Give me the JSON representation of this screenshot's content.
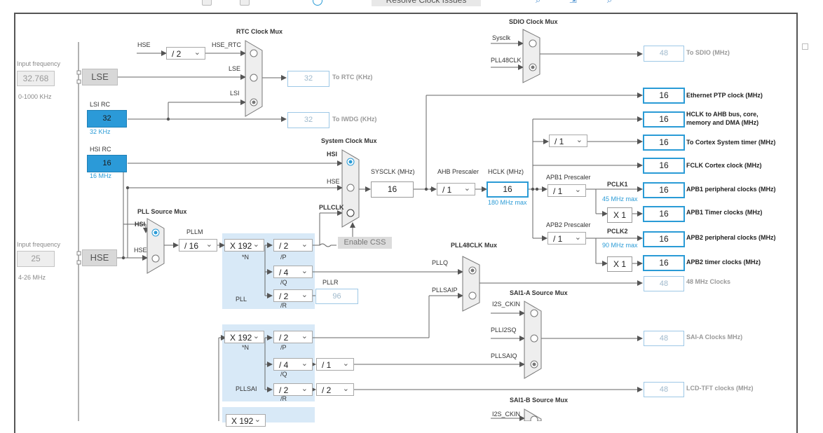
{
  "toolbar": {
    "button_label": "Resolve Clock Issues"
  },
  "input_freq": {
    "lse_label": "Input frequency",
    "lse_value": "32.768",
    "lse_range": "0-1000 KHz",
    "hse_label": "Input frequency",
    "hse_value": "25",
    "hse_range": "4-26 MHz"
  },
  "sources": {
    "lse": "LSE",
    "hse": "HSE",
    "lsi_title": "LSI RC",
    "lsi_value": "32",
    "lsi_unit": "32 KHz",
    "hsi_title": "HSI RC",
    "hsi_value": "16",
    "hsi_unit": "16 MHz"
  },
  "rtc": {
    "title": "RTC Clock Mux",
    "div": "/ 2",
    "in_hse": "HSE",
    "in_hse_rtc": "HSE_RTC",
    "in_lse": "LSE",
    "in_lsi": "LSI",
    "out_rtc": "32",
    "out_rtc_label": "To RTC (KHz)",
    "out_iwdg": "32",
    "out_iwdg_label": "To IWDG (KHz)"
  },
  "sdio": {
    "title": "SDIO Clock Mux",
    "in_sysclk": "Sysclk",
    "in_pll48": "PLL48CLK",
    "out": "48",
    "out_label": "To SDIO (MHz)"
  },
  "sysmux": {
    "title": "System Clock Mux",
    "in_hsi": "HSI",
    "in_hse": "HSE",
    "in_pllclk": "PLLCLK",
    "sysclk_label": "SYSCLK (MHz)",
    "sysclk_value": "16",
    "enable_css": "Enable CSS"
  },
  "pllsrc": {
    "title": "PLL Source Mux",
    "in_hsi": "HSI",
    "in_hse": "HSE",
    "pllm_label": "PLLM",
    "pllm_value": "/ 16"
  },
  "pll": {
    "n_value": "X 192",
    "n_label": "*N",
    "p_value": "/ 2",
    "p_label": "/P",
    "q_value": "/ 4",
    "q_label": "/Q",
    "r_value": "/ 2",
    "r_label": "/R",
    "name": "PLL",
    "pllr_label": "PLLR",
    "pllr_value": "96"
  },
  "pllsai": {
    "n_value": "X 192",
    "n_label": "*N",
    "p_value": "/ 2",
    "p_label": "/P",
    "q_value": "/ 4",
    "q_label": "/Q",
    "q_div2": "/ 1",
    "r_value": "/ 2",
    "r_label": "/R",
    "r_div2": "/ 2",
    "name": "PLLSAI",
    "third_n": "X 192"
  },
  "ahb": {
    "prescaler_label": "AHB Prescaler",
    "prescaler_value": "/ 1",
    "hclk_label": "HCLK (MHz)",
    "hclk_value": "16",
    "hclk_max": "180 MHz max"
  },
  "apb1": {
    "prescaler_label": "APB1 Prescaler",
    "prescaler_value": "/ 1",
    "pclk_label": "PCLK1",
    "pclk_max": "45 MHz max",
    "timer_mult": "X 1"
  },
  "apb2": {
    "prescaler_label": "APB2 Prescaler",
    "prescaler_value": "/ 1",
    "pclk_label": "PCLK2",
    "pclk_max": "90 MHz max",
    "timer_mult": "X 1"
  },
  "cortex_div": "/ 1",
  "outputs": [
    {
      "value": "16",
      "label": "Ethernet PTP clock (MHz)"
    },
    {
      "value": "16",
      "label": "HCLK to AHB bus, core,",
      "label2": "memory and DMA (MHz)"
    },
    {
      "value": "16",
      "label": "To Cortex System timer (MHz)"
    },
    {
      "value": "16",
      "label": "FCLK Cortex clock (MHz)"
    },
    {
      "value": "16",
      "label": "APB1 peripheral clocks (MHz)"
    },
    {
      "value": "16",
      "label": "APB1 Timer clocks (MHz)"
    },
    {
      "value": "16",
      "label": "APB2 peripheral clocks (MHz)"
    },
    {
      "value": "16",
      "label": "APB2 timer clocks (MHz)"
    }
  ],
  "pll48mux": {
    "title": "PLL48CLK Mux",
    "in_pllq": "PLLQ",
    "in_pllsaip": "PLLSAIP",
    "out": "48",
    "out_label": "48 MHz Clocks"
  },
  "sai_a": {
    "title": "SAI1-A Source Mux",
    "in_i2s": "I2S_CKIN",
    "in_plli2sq": "PLLI2SQ",
    "in_pllsaiq": "PLLSAIQ",
    "out": "48",
    "out_label": "SAI-A Clocks MHz)"
  },
  "lcd": {
    "out": "48",
    "out_label": "LCD-TFT clocks (MHz)"
  },
  "sai_b": {
    "title": "SAI1-B Source Mux",
    "in_i2s": "I2S_CKIN"
  }
}
